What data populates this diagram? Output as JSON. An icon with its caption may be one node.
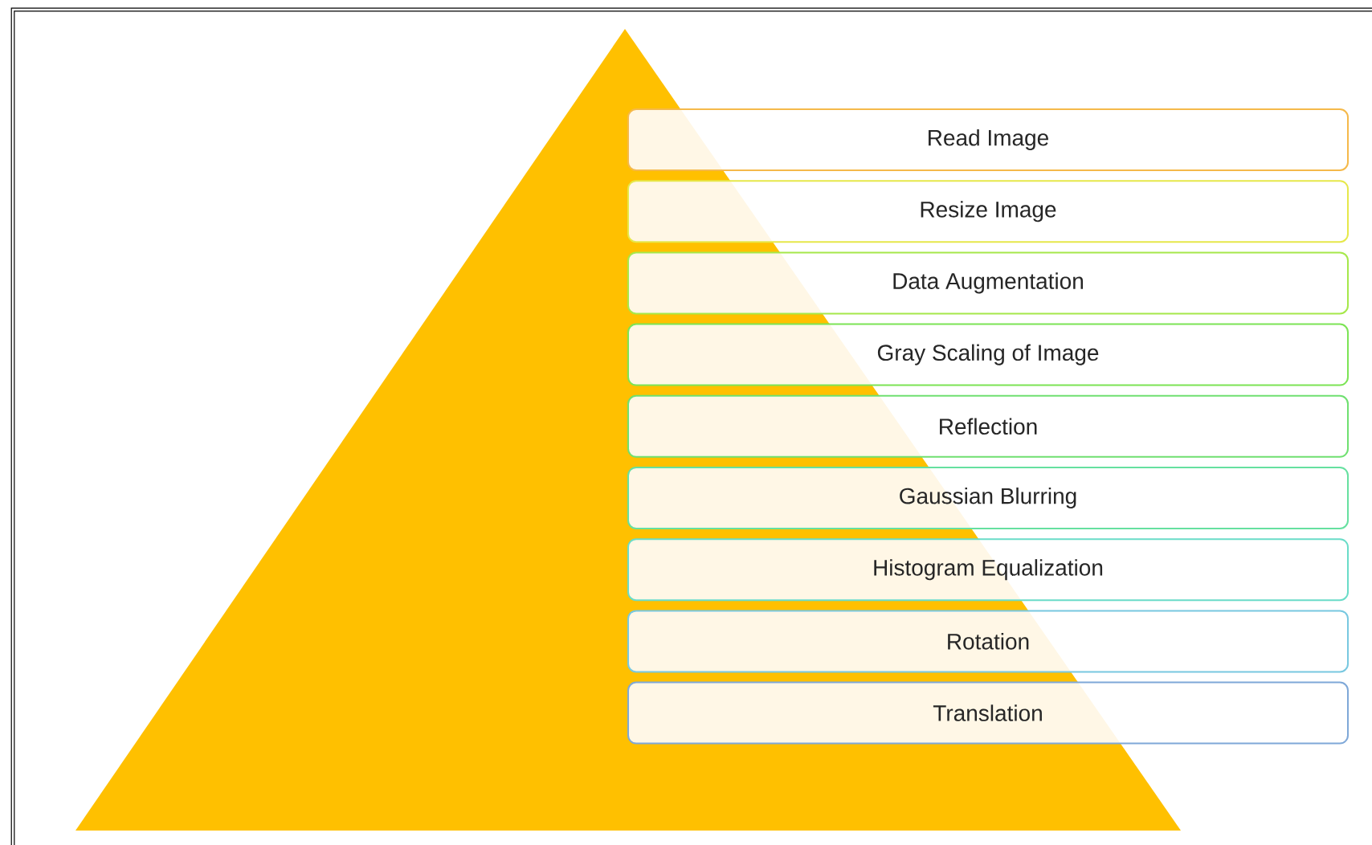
{
  "diagram": {
    "nodes": [
      {
        "text": [
          "Read Image"
        ]
      },
      {
        "text": [
          "Resize Image"
        ]
      },
      {
        "text": [
          "Data Augmentation"
        ]
      },
      {
        "text": [
          "Gray Scaling of Image"
        ]
      },
      {
        "text": [
          "Reflection"
        ]
      },
      {
        "text": [
          "Gaussian Blurring"
        ]
      },
      {
        "text": [
          "Histogram Equalization"
        ]
      },
      {
        "text": [
          "Rotation"
        ]
      },
      {
        "text": [
          "Translation"
        ]
      }
    ]
  }
}
